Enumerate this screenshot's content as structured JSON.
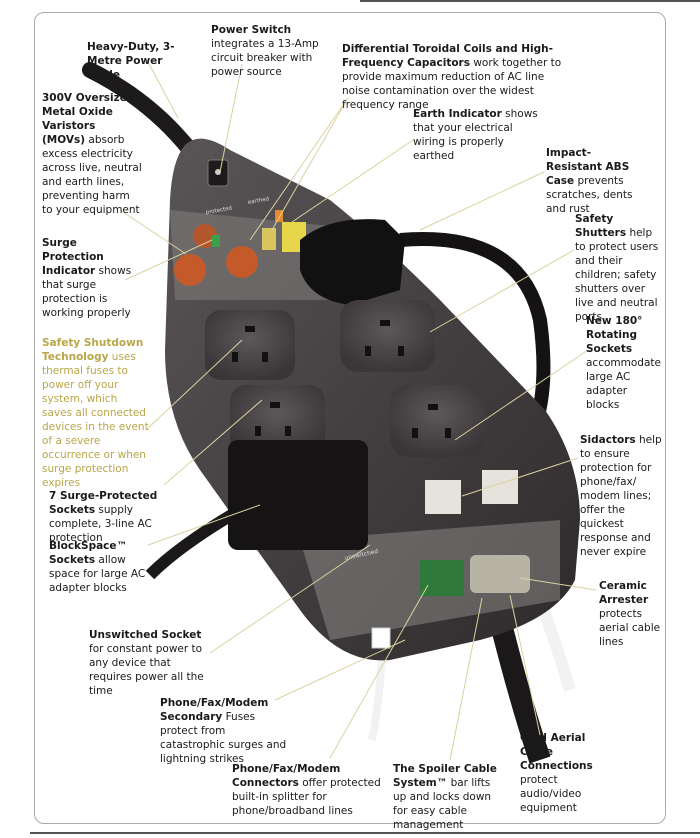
{
  "callouts": {
    "cable": {
      "title": "Heavy-Duty, 3-Metre Power Cable",
      "body": ""
    },
    "switch": {
      "title": "Power Switch",
      "body": " integrates a 13-Amp circuit breaker with power source"
    },
    "toroidal": {
      "title": "Differential Toroidal Coils and High-Frequency Capacitors",
      "body": " work together to provide maximum reduction of AC line noise contamination over the widest frequency range"
    },
    "movs": {
      "title": "300V Oversized Metal Oxide Varistors (MOVs)",
      "body": " absorb excess electricity across live, neutral and earth lines, preventing harm to your equipment"
    },
    "earth": {
      "title": "Earth Indicator",
      "body": " shows that your electrical wiring is properly earthed"
    },
    "abs": {
      "title": "Impact-Resistant ABS Case",
      "body": " prevents scratches, dents and rust"
    },
    "surge_indicator": {
      "title": "Surge Protection Indicator",
      "body": " shows that surge protection is working properly"
    },
    "shutters": {
      "title": "Safety Shutters",
      "body": " help to protect users and their children; safety shutters over live and neutral ports"
    },
    "shutdown": {
      "title": "Safety Shutdown Technology",
      "body": " uses thermal fuses to power off your system, which saves all connected devices in the event of a severe occurrence or when surge protection expires"
    },
    "rotating": {
      "title": "New 180° Rotating Sockets",
      "body": " accommodate large AC adapter blocks"
    },
    "sidactors": {
      "title": "Sidactors",
      "body": " help to ensure protection for phone/fax/ modem lines; offer the quickest response and never expire"
    },
    "seven": {
      "title": "7 Surge-Protected Sockets",
      "body": " supply complete, 3-line AC protection"
    },
    "blockspace": {
      "title": "BlockSpace™ Sockets",
      "body": " allow space for large AC adapter blocks"
    },
    "ceramic": {
      "title": "Ceramic Arrester",
      "body": " protects aerial cable lines"
    },
    "unswitched": {
      "title": "Unswitched Socket",
      "body": " for constant power to any device that requires power all the time"
    },
    "phone_secondary": {
      "title": "Phone/Fax/Modem Secondary",
      "body": " Fuses protect from catastrophic surges and lightning strikes"
    },
    "gold": {
      "title": "Gold Aerial Cable Connections",
      "body": " protect audio/video equipment"
    },
    "phone_connectors": {
      "title": "Phone/Fax/Modem Connectors",
      "body": " offer protected built-in splitter for phone/broadband lines"
    },
    "spoiler": {
      "title": "The Spoiler Cable System™",
      "body": " bar lifts up and locks down for easy cable management"
    }
  },
  "device_labels": {
    "earthed": "earthed",
    "protected": "protected",
    "unswitched": "unswitched"
  },
  "colors": {
    "highlight": "#b9a649",
    "case": "#3a3638",
    "socket": "#4a4547",
    "line": "#d9d2a0"
  }
}
